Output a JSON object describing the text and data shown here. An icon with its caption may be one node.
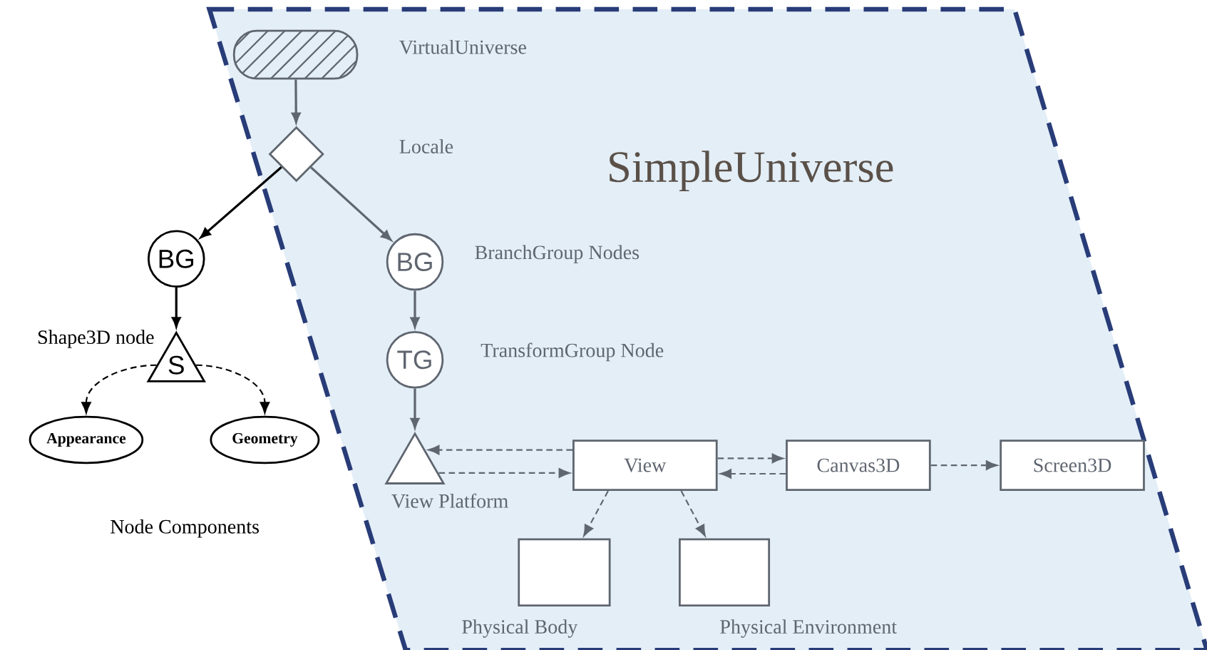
{
  "diagram": {
    "nodes": [
      {
        "text": [
          "SimpleUniverse"
        ]
      },
      {
        "text": [],
        "shape": "box",
        "beside": [
          "VirtualUniverse"
        ],
        "in": 0
      },
      {
        "text": [],
        "shape": "diamond",
        "beside": [
          "Locale"
        ],
        "in": 0
      },
      {
        "text": [
          "BG"
        ]
      },
      {
        "text": [
          "BG"
        ],
        "beside": [
          "BranchGroup Nodes"
        ],
        "in": 0
      },
      {
        "text": [
          "TG"
        ],
        "beside": [
          "TransformGroup Node"
        ],
        "in": 0
      },
      {
        "text": [
          "S"
        ],
        "beside": [
          "Shape3D node"
        ]
      },
      {
        "text": [
          "Appearance"
        ]
      },
      {
        "text": [
          "Geometry"
        ]
      },
      {
        "text": [],
        "shape": "triangle",
        "beside": [
          "View Platform"
        ],
        "in": 0
      },
      {
        "text": [
          "View"
        ],
        "in": 0
      },
      {
        "text": [
          "Canvas3D"
        ],
        "in": 0
      },
      {
        "text": [
          "Screen3D"
        ],
        "in": 0
      },
      {
        "text": [],
        "shape": "box",
        "beside": [
          "Physical Body"
        ],
        "in": 0
      },
      {
        "text": [],
        "shape": "box",
        "beside": [
          "Physical Environment"
        ],
        "in": 0
      }
    ],
    "edges": [
      {
        "from": 1,
        "to": 2,
        "arrow": "to"
      },
      {
        "from": 2,
        "to": 3,
        "arrow": "to",
        "color": "#000000"
      },
      {
        "from": 2,
        "to": 4,
        "arrow": "to"
      },
      {
        "from": 3,
        "to": 6,
        "arrow": "to",
        "color": "#000000"
      },
      {
        "from": 6,
        "to": 7,
        "arrow": "to",
        "style": "dashed",
        "color": "#000000"
      },
      {
        "from": 6,
        "to": 8,
        "arrow": "to",
        "style": "dashed",
        "color": "#000000"
      },
      {
        "from": 4,
        "to": 5,
        "arrow": "to"
      },
      {
        "from": 5,
        "to": 9,
        "arrow": "to"
      },
      {
        "from": 10,
        "to": 9,
        "arrow": "to",
        "style": "dashed"
      },
      {
        "from": 9,
        "to": 10,
        "arrow": "to",
        "style": "dashed"
      },
      {
        "from": 10,
        "to": 11,
        "arrow": "to",
        "style": "dashed"
      },
      {
        "from": 11,
        "to": 10,
        "arrow": "to",
        "style": "dashed"
      },
      {
        "from": 11,
        "to": 12,
        "arrow": "to",
        "style": "dashed"
      },
      {
        "from": 10,
        "to": 13,
        "arrow": "to",
        "style": "dashed"
      },
      {
        "from": 10,
        "to": 14,
        "arrow": "to",
        "style": "dashed"
      }
    ],
    "labels": [
      "Node Components"
    ]
  }
}
